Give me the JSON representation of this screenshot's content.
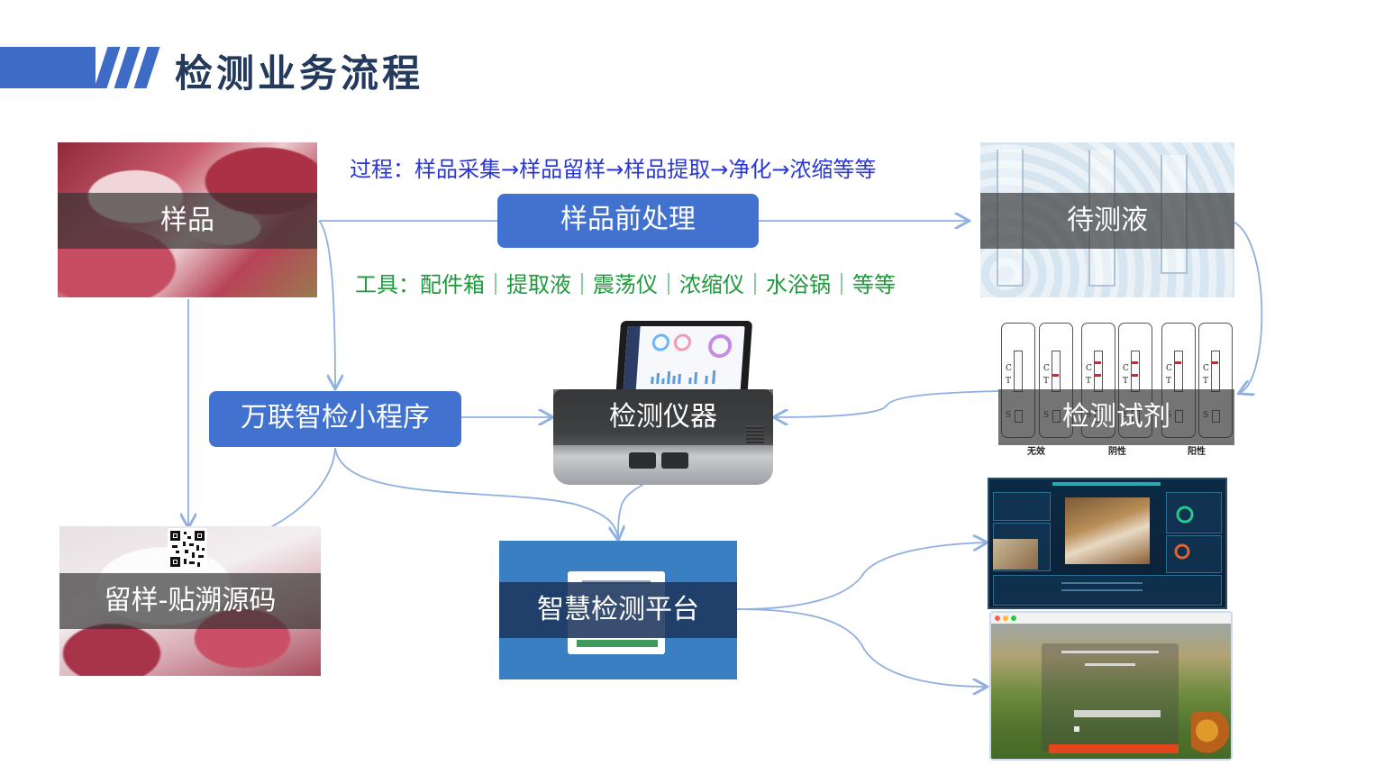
{
  "header": {
    "title": "检测业务流程"
  },
  "flow": {
    "process_text": "过程：样品采集→样品留样→样品提取→净化→浓缩等等",
    "tools_text": "工具：配件箱｜提取液｜震荡仪｜浓缩仪｜水浴锅｜等等"
  },
  "nodes": {
    "sample": "样品",
    "pretreatment": "样品前处理",
    "test_solution": "待测液",
    "reagent": "检测试剂",
    "instrument": "检测仪器",
    "mini_program": "万联智检小程序",
    "retention": "留样-贴溯源码",
    "platform": "智慧检测平台"
  },
  "strip_captions": [
    "无效",
    "阴性",
    "阳性"
  ],
  "strip_letters": {
    "c": "C",
    "t": "T",
    "s": "S"
  },
  "colors": {
    "accent_blue": "#4272d0",
    "title_navy": "#233a5c",
    "process_blue": "#2a37d8",
    "tools_green": "#1e9a3c",
    "connector": "#8fb0e0"
  }
}
